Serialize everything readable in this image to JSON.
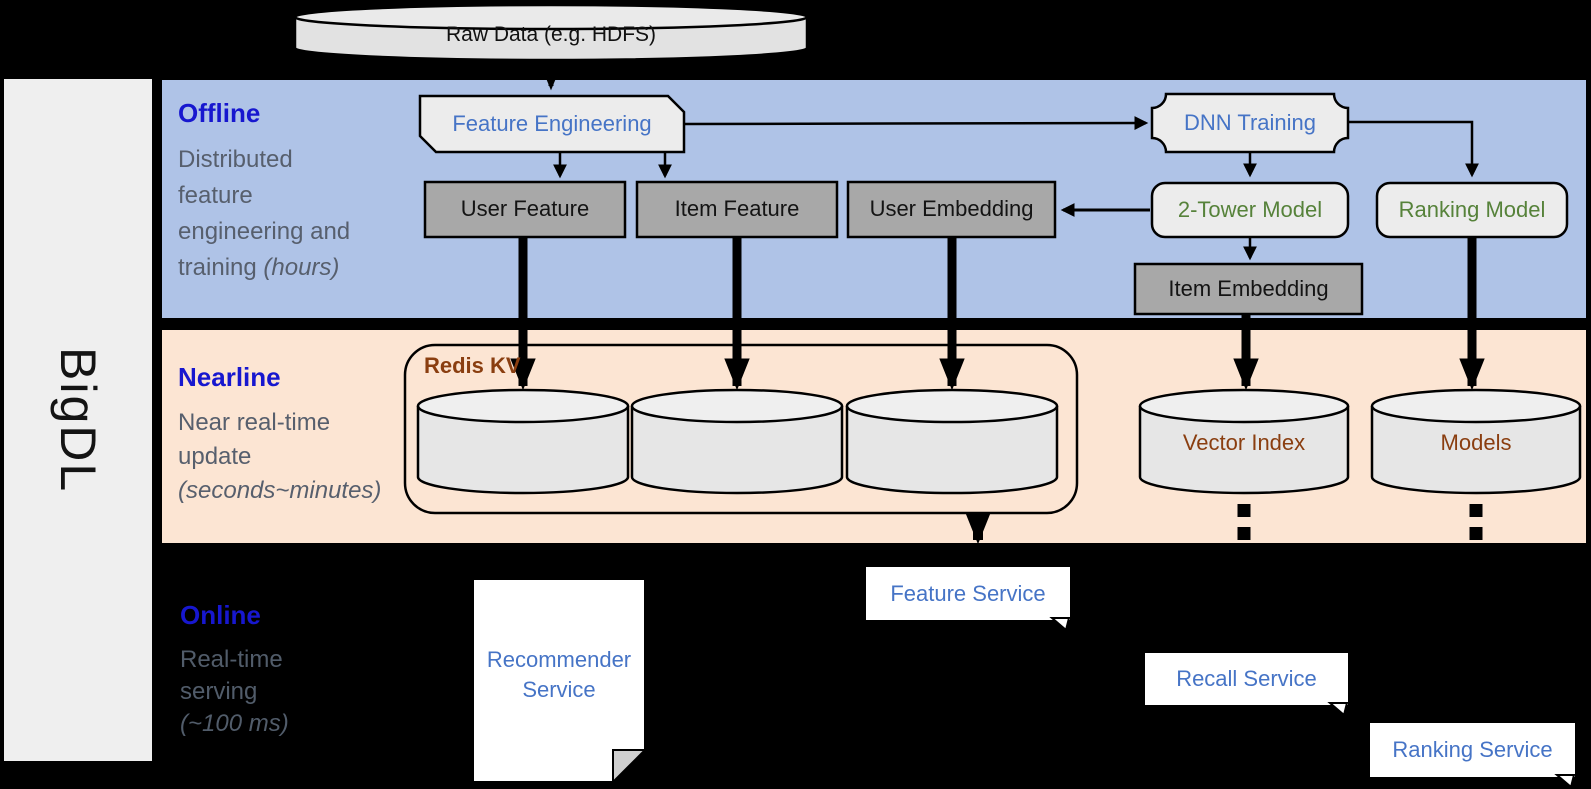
{
  "brand": "BigDL",
  "colors": {
    "online_bg": "#000000",
    "band_offline_bg": "#afc3e7",
    "band_nearline_bg": "#fce5d3",
    "sidebar_bg": "#efefef",
    "band_title_blue": "#1717cf",
    "desc_gray": "#575f6d",
    "node_blue": "#4674c6",
    "node_green": "#56823a",
    "brown": "#8a3e10",
    "gray_box_fill": "#a8a8a8",
    "light_box_fill": "#ececec",
    "cylinder_fill": "#e6e6e6",
    "outline": "#000000",
    "service_box_fill": "#ffffff"
  },
  "bands": {
    "offline": {
      "title": "Offline",
      "desc": [
        "Distributed",
        "feature",
        "engineering and"
      ],
      "desc_tail": "training",
      "desc_tail_italic": "(hours)"
    },
    "nearline": {
      "title": "Nearline",
      "desc": [
        "Near real-time",
        "update"
      ],
      "desc_italic": "(seconds~minutes)"
    },
    "online": {
      "title": "Online",
      "desc": [
        "Real-time",
        "serving"
      ],
      "desc_italic": "(~100 ms)"
    }
  },
  "nodes": {
    "raw_data": "Raw Data (e.g. HDFS)",
    "feature_engineering": "Feature Engineering",
    "dnn_training": "DNN Training",
    "user_feature": "User Feature",
    "item_feature": "Item Feature",
    "user_embedding": "User Embedding",
    "two_tower_model": "2-Tower Model",
    "ranking_model": "Ranking Model",
    "item_embedding": "Item Embedding",
    "redis_kv": "Redis KV",
    "vector_index": "Vector Index",
    "models": "Models",
    "recommender_service_lines": [
      "Recommender",
      "Service"
    ],
    "feature_service": "Feature Service",
    "recall_service": "Recall Service",
    "ranking_service": "Ranking Service"
  }
}
